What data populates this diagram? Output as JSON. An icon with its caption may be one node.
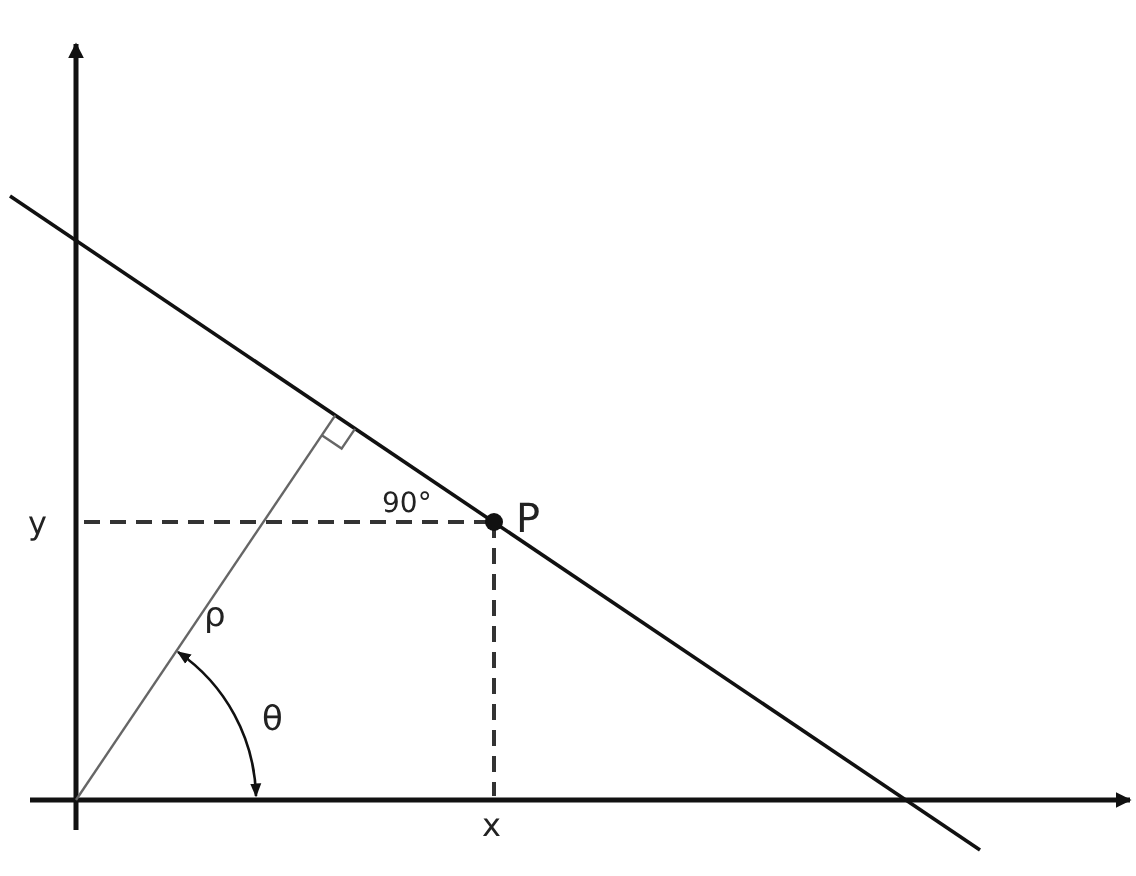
{
  "diagram": {
    "labels": [
      "90°",
      "P",
      "y",
      "ρ",
      "θ",
      "x"
    ]
  }
}
